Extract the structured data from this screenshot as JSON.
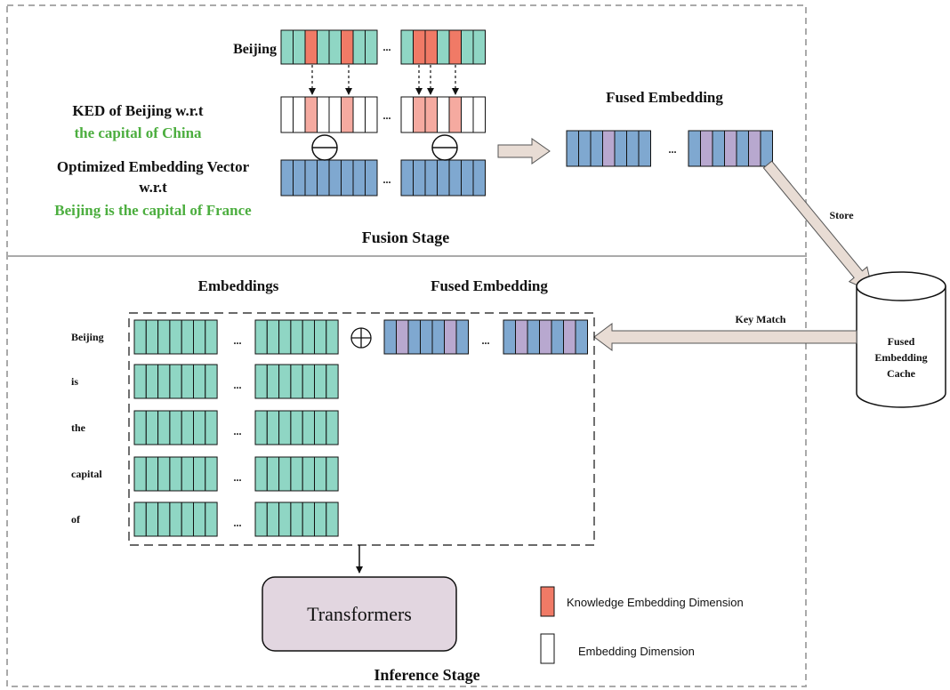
{
  "fusion_stage": {
    "title": "Fusion Stage",
    "token_label": "Beijing",
    "ked_label_line1": "KED of Beijing w.r.t",
    "ked_label_line2": "the capital of China",
    "opt_label_line1": "Optimized Embedding Vector",
    "opt_label_line2": "w.r.t",
    "opt_label_line3": "Beijing is the capital of France",
    "fused_title": "Fused Embedding",
    "ellipsis": "..."
  },
  "inference_stage": {
    "title": "Inference Stage",
    "embeddings_title": "Embeddings",
    "fused_title": "Fused Embedding",
    "tokens": [
      "Beijing",
      "is",
      "the",
      "capital",
      "of"
    ],
    "ellipsis": "...",
    "model_label": "Transformers"
  },
  "cache": {
    "line1": "Fused",
    "line2": "Embedding",
    "line3": "Cache",
    "store_label": "Store",
    "key_match_label": "Key Match"
  },
  "legend": {
    "items": [
      {
        "label": "Knowledge Embedding Dimension",
        "color": "#f07a66"
      },
      {
        "label": "Embedding Dimension",
        "color": "#ffffff"
      }
    ]
  },
  "colors": {
    "teal": "#8fd6c4",
    "red": "#f07a66",
    "pink": "#f5aaa0",
    "blue": "#7fa8d0",
    "purple": "#b8a8cf",
    "transformer_fill": "#e2d6e0",
    "green_text": "#4cae3f",
    "border_gray": "#aaaaaa"
  }
}
